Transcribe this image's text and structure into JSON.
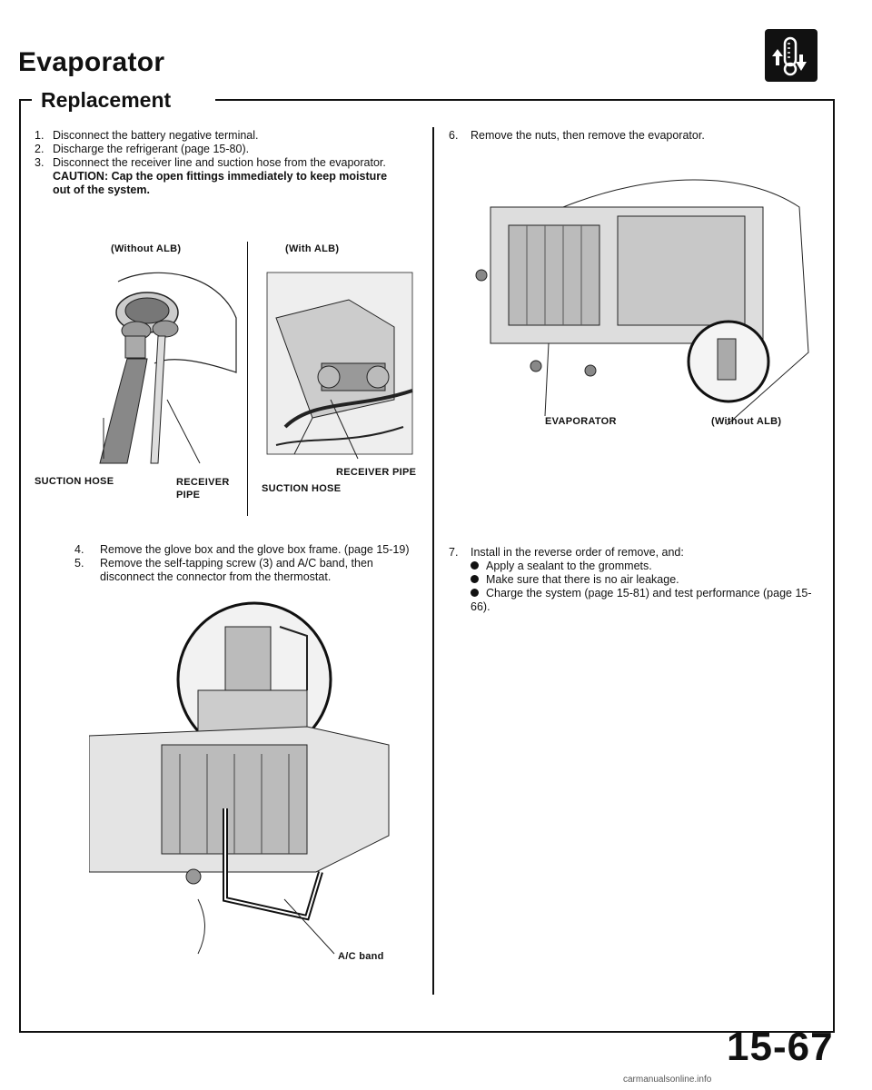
{
  "header": {
    "title": "Evaporator",
    "section": "Replacement",
    "icon": "thermometer-arrows-icon"
  },
  "left_steps": [
    {
      "num": "1.",
      "text": "Disconnect the battery negative terminal."
    },
    {
      "num": "2.",
      "text": "Discharge the refrigerant (page 15-80)."
    },
    {
      "num": "3.",
      "text": "Disconnect the receiver line and suction hose from the evaporator."
    }
  ],
  "caution": "CAUTION: Cap the open fittings immediately to keep moisture out of the system.",
  "fig1": {
    "label_without": "(Without ALB)",
    "label_with": "(With ALB)",
    "suction_hose_left": "SUCTION HOSE",
    "receiver_pipe_left_1": "RECEIVER",
    "receiver_pipe_left_2": "PIPE",
    "receiver_pipe_right": "RECEIVER PIPE",
    "suction_hose_right": "SUCTION HOSE"
  },
  "steps_4_5": [
    {
      "num": "4.",
      "text": "Remove the glove box and the glove box frame. (page 15-19)"
    },
    {
      "num": "5.",
      "text": "Remove the self-tapping screw (3) and A/C band, then disconnect the connector from the thermostat."
    }
  ],
  "fig2": {
    "label": "A/C band"
  },
  "step6": {
    "num": "6.",
    "text": "Remove the nuts, then remove the evaporator."
  },
  "fig3": {
    "label_evaporator": "EVAPORATOR",
    "label_without": "(Without ALB)"
  },
  "step7": {
    "num": "7.",
    "text": "Install in the reverse order of remove, and:",
    "bullets": [
      "Apply a sealant to the grommets.",
      "Make sure that there is no air leakage.",
      "Charge the system (page 15-81) and test performance (page 15-66)."
    ]
  },
  "page_number": "15-67",
  "footer": "carmanualsonline.info"
}
